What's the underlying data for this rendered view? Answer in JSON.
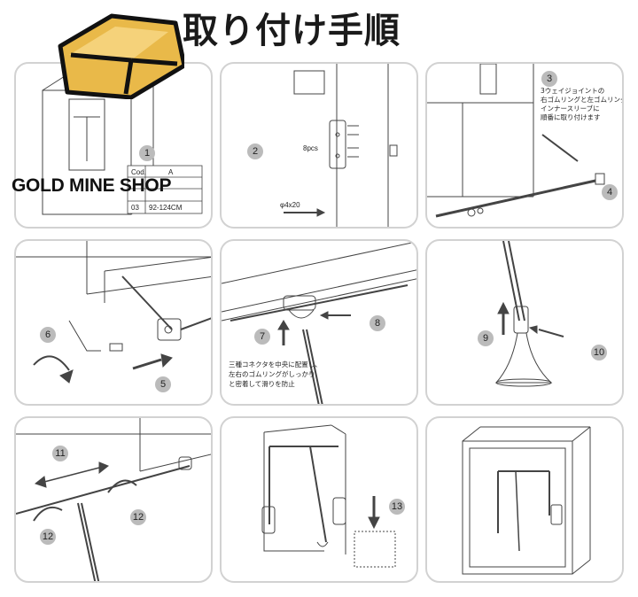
{
  "title": "取り付け手順",
  "brand": "GOLD MINE SHOP",
  "steps": {
    "s1": "1",
    "s2": "2",
    "s3": "3",
    "s4": "4",
    "s5": "5",
    "s6": "6",
    "s7": "7",
    "s8": "8",
    "s9": "9",
    "s10": "10",
    "s11": "11",
    "s12a": "12",
    "s12b": "12",
    "s13": "13"
  },
  "spec_table": {
    "header_code": "Cod.",
    "header_a": "A",
    "row_code": "03",
    "row_range": "92-124CM"
  },
  "screws": {
    "count": "8pcs",
    "size": "φ4x20"
  },
  "step3_note": [
    "3ウェイジョイントの",
    "右ゴムリングと左ゴムリングを",
    "インナースリーブに",
    "順番に取り付けます"
  ],
  "step7_note": [
    "三種コネクタを中央に配置し、",
    "左右のゴムリングがしっかり",
    "と密着して滑りを防止"
  ]
}
